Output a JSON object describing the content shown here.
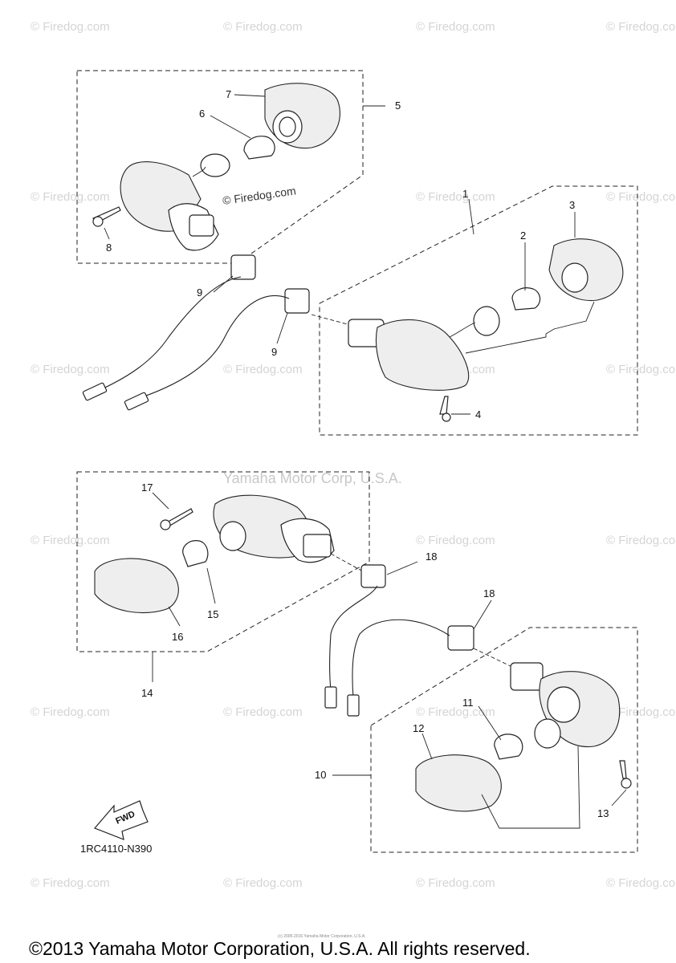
{
  "watermark": "© Firedog.com",
  "center_watermark": "Yamaha Motor Corp, U.S.A.",
  "inline_watermark": "© Firedog.com",
  "diagram_code": "1RC4110-N390",
  "fwd_label": "FWD",
  "copyright": "©2013 Yamaha Motor Corporation, U.S.A. All rights reserved.",
  "fine_print": "(c) 2005-2016 Yamaha Motor Corporation, U.S.A.",
  "callouts": {
    "c1": "1",
    "c2": "2",
    "c3": "3",
    "c4": "4",
    "c5": "5",
    "c6": "6",
    "c7": "7",
    "c8": "8",
    "c9a": "9",
    "c9b": "9",
    "c10": "10",
    "c11": "11",
    "c12": "12",
    "c13": "13",
    "c14": "14",
    "c15": "15",
    "c16": "16",
    "c17": "17",
    "c18a": "18",
    "c18b": "18"
  }
}
